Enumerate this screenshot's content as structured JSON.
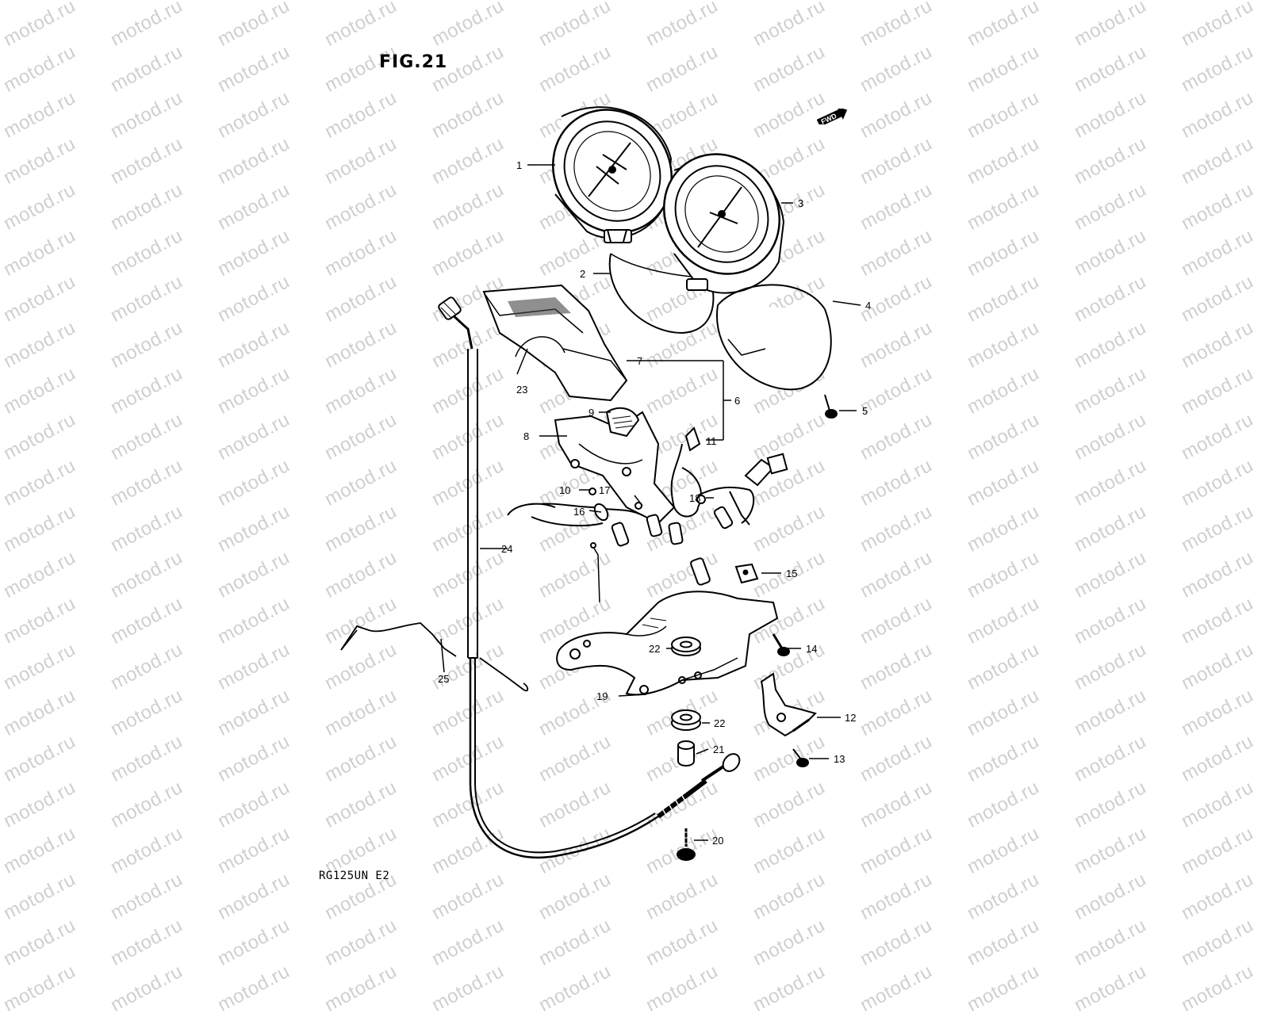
{
  "figure": {
    "title": "FIG.21",
    "model": "RG125UN  E2",
    "direction_badge": "FWD"
  },
  "watermark": {
    "text": "motod.ru"
  },
  "callouts": [
    {
      "id": "1",
      "label": "1"
    },
    {
      "id": "2",
      "label": "2"
    },
    {
      "id": "3",
      "label": "3"
    },
    {
      "id": "4",
      "label": "4"
    },
    {
      "id": "5",
      "label": "5"
    },
    {
      "id": "6",
      "label": "6"
    },
    {
      "id": "7",
      "label": "7"
    },
    {
      "id": "8",
      "label": "8"
    },
    {
      "id": "9",
      "label": "9"
    },
    {
      "id": "10",
      "label": "10"
    },
    {
      "id": "11",
      "label": "11"
    },
    {
      "id": "12",
      "label": "12"
    },
    {
      "id": "13",
      "label": "13"
    },
    {
      "id": "14",
      "label": "14"
    },
    {
      "id": "15",
      "label": "15"
    },
    {
      "id": "16",
      "label": "16"
    },
    {
      "id": "17",
      "label": "17"
    },
    {
      "id": "18",
      "label": "18"
    },
    {
      "id": "19",
      "label": "19"
    },
    {
      "id": "20",
      "label": "20"
    },
    {
      "id": "21",
      "label": "21"
    },
    {
      "id": "22a",
      "label": "22"
    },
    {
      "id": "22b",
      "label": "22"
    },
    {
      "id": "23",
      "label": "23"
    },
    {
      "id": "24",
      "label": "24"
    },
    {
      "id": "25",
      "label": "25"
    }
  ]
}
